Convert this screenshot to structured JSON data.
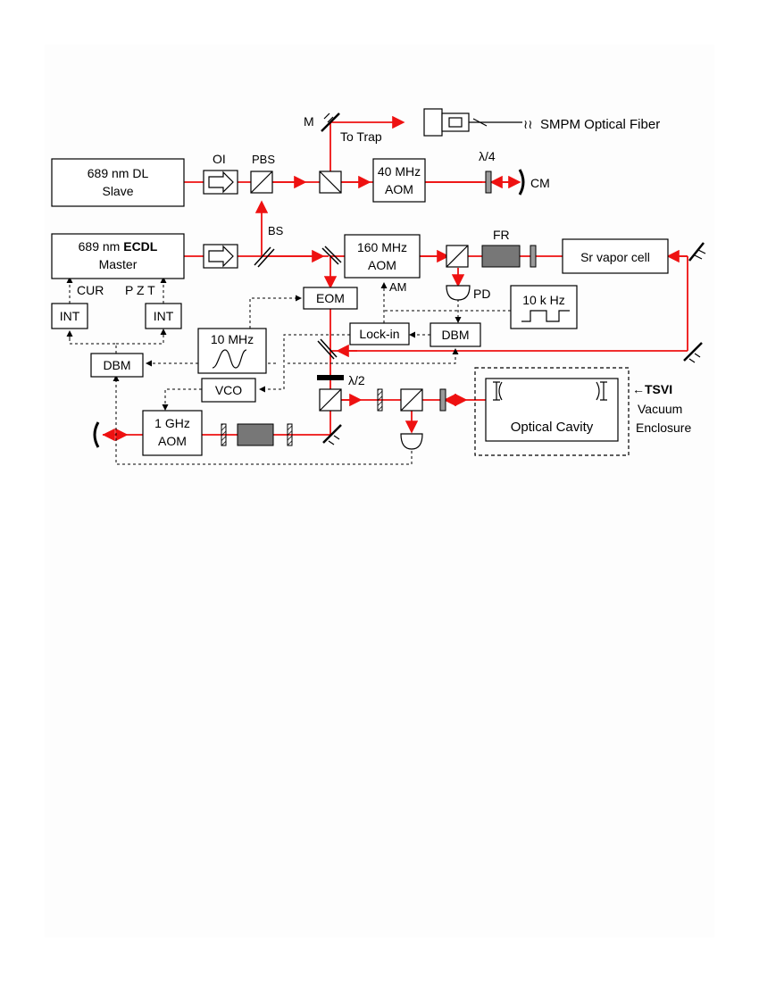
{
  "diagram": {
    "fiber_label": "SMPM Optical Fiber",
    "fiber_squiggle": "≀≀",
    "mirror_m": "M",
    "to_trap": "To Trap",
    "slave_line1": "689 nm DL",
    "slave_line2": "Slave",
    "oi": "OI",
    "pbs": "PBS",
    "aom40_line1": "40 MHz",
    "aom40_line2": "AOM",
    "lambda4": "λ/4",
    "cm": "CM",
    "master_line1_a": "689 nm ",
    "master_line1_b": "ECDL",
    "master_line2": "Master",
    "bs": "BS",
    "aom160_line1": "160 MHz",
    "aom160_line2": "AOM",
    "fr": "FR",
    "sr_cell": "Sr vapor cell",
    "eom": "EOM",
    "am": "AM",
    "pd": "PD",
    "cur": "CUR",
    "pzt": "P Z T",
    "int1": "INT",
    "int2": "INT",
    "mod10k": "10 k Hz",
    "osc10m": "10 MHz",
    "lockin": "Lock-in",
    "dbm1": "DBM",
    "dbm2": "DBM",
    "vco": "VCO",
    "lambda2": "λ/2",
    "aom1g_line1": "1 GHz",
    "aom1g_line2": "AOM",
    "optical_cavity": "Optical Cavity",
    "tsvi_line1": "←TSVI",
    "tsvi_line2": "Vacuum",
    "tsvi_line3": "Enclosure"
  }
}
